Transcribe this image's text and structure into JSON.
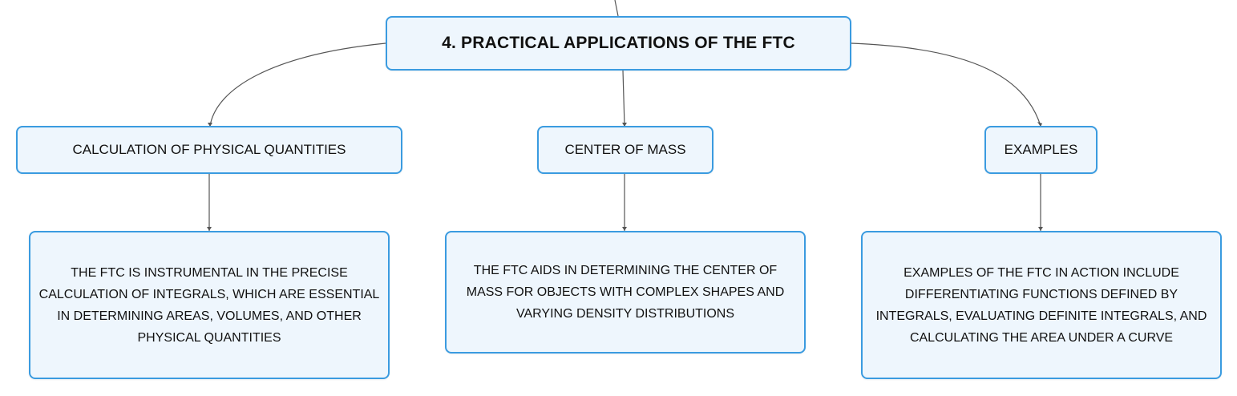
{
  "colors": {
    "node_border": "#3a9be0",
    "node_fill": "#eef6fd",
    "connector": "#555555"
  },
  "root": {
    "label": "4. PRACTICAL APPLICATIONS OF THE FTC"
  },
  "branches": [
    {
      "label": "CALCULATION OF PHYSICAL QUANTITIES",
      "detail": "THE FTC IS INSTRUMENTAL IN THE PRECISE CALCULATION OF INTEGRALS, WHICH ARE ESSENTIAL IN DETERMINING AREAS, VOLUMES, AND OTHER PHYSICAL QUANTITIES"
    },
    {
      "label": "CENTER OF MASS",
      "detail": "THE FTC AIDS IN DETERMINING THE CENTER OF MASS FOR OBJECTS WITH COMPLEX SHAPES AND VARYING DENSITY DISTRIBUTIONS"
    },
    {
      "label": "EXAMPLES",
      "detail": "EXAMPLES OF THE FTC IN ACTION INCLUDE DIFFERENTIATING FUNCTIONS DEFINED BY INTEGRALS, EVALUATING DEFINITE INTEGRALS, AND CALCULATING THE AREA UNDER A CURVE"
    }
  ]
}
